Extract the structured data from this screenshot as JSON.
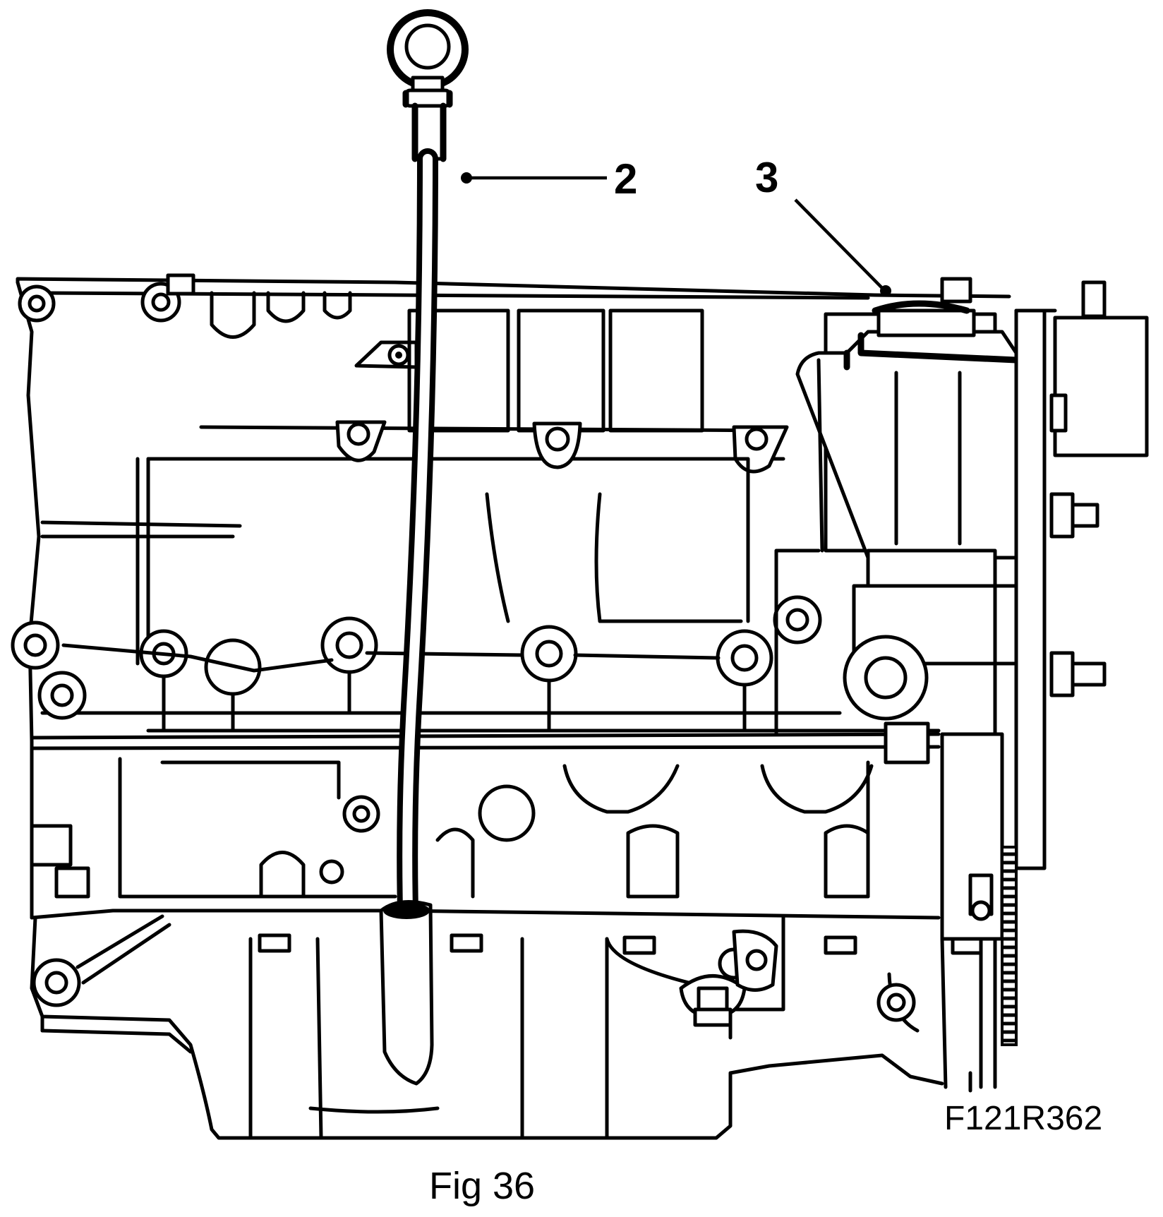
{
  "figure": {
    "callouts": [
      {
        "label": "2"
      },
      {
        "label": "3"
      }
    ],
    "code": "F121R362",
    "caption": "Fig 36"
  }
}
